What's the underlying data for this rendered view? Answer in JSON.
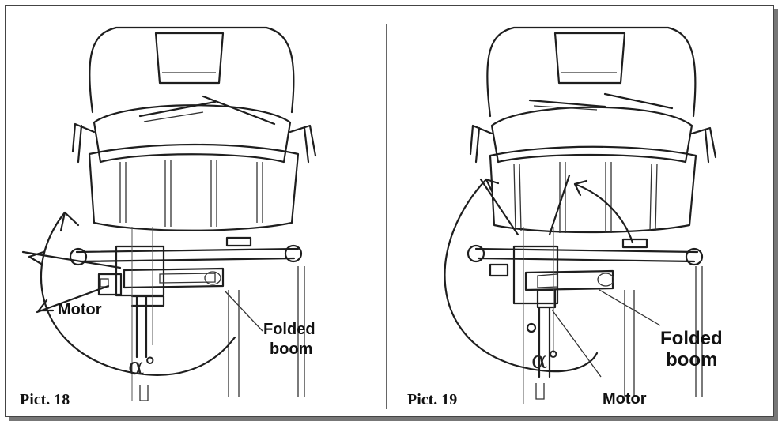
{
  "figures": [
    {
      "id": "pict18",
      "caption": "Pict. 18",
      "labels": {
        "motor": "Motor",
        "boom_line1": "Folded",
        "boom_line2": "boom",
        "angle": "α°"
      }
    },
    {
      "id": "pict19",
      "caption": "Pict. 19",
      "labels": {
        "motor": "Motor",
        "boom_line1": "Folded",
        "boom_line2": "boom",
        "angle": "α°"
      }
    }
  ],
  "colors": {
    "ink": "#1e1e1e",
    "frame": "#444444",
    "shadow": "#777777"
  }
}
